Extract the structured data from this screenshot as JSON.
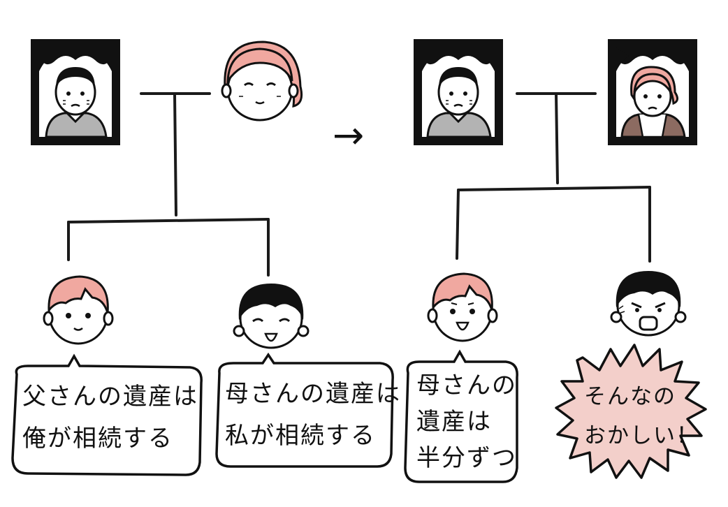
{
  "arrow_glyph": "→",
  "colors": {
    "line": "#1a1a1a",
    "skin": "#ffffff",
    "pink_hair": "#f0a8a0",
    "shirt_gray": "#b3b3b3",
    "shirt_brown": "#8c6b61",
    "shout_fill": "#f3cfca"
  },
  "left_panel": {
    "father_portrait_icon": "deceased-father-portrait",
    "mother_face_icon": "mother-face",
    "son": {
      "face_icon": "son-face",
      "bubble_lines": [
        "父さんの遺産は",
        "俺が相続する"
      ]
    },
    "daughter": {
      "face_icon": "daughter-face",
      "bubble_lines": [
        "母さんの遺産は",
        "私が相続する"
      ]
    }
  },
  "right_panel": {
    "father_portrait_icon": "deceased-father-portrait",
    "mother_portrait_icon": "deceased-mother-portrait",
    "son": {
      "face_icon": "son-face-smiling",
      "bubble_lines": [
        "母さんの",
        "遺産は",
        "半分ずつ"
      ]
    },
    "daughter": {
      "face_icon": "daughter-face-angry",
      "bubble_lines": [
        "そんなの",
        "おかしい！"
      ]
    }
  }
}
